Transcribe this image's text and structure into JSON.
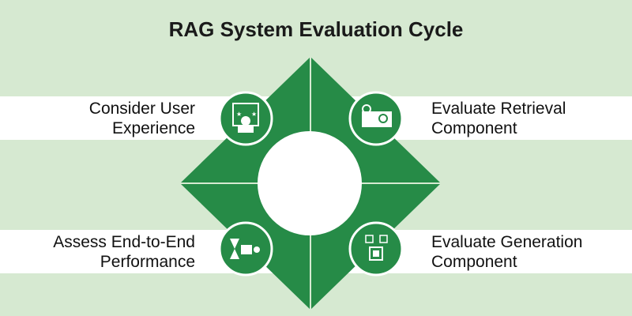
{
  "title": "RAG System Evaluation Cycle",
  "steps": [
    {
      "line1": "Consider User",
      "line2": "Experience",
      "icon": "user-experience-icon"
    },
    {
      "line1": "Evaluate Retrieval",
      "line2": "Component",
      "icon": "retrieval-search-icon"
    },
    {
      "line1": "Assess End-to-End",
      "line2": "Performance",
      "icon": "hourglass-workflow-icon"
    },
    {
      "line1": "Evaluate Generation",
      "line2": "Component",
      "icon": "chip-generation-icon"
    }
  ],
  "colors": {
    "green": "#268b47",
    "bg": "#d6e9d1"
  }
}
